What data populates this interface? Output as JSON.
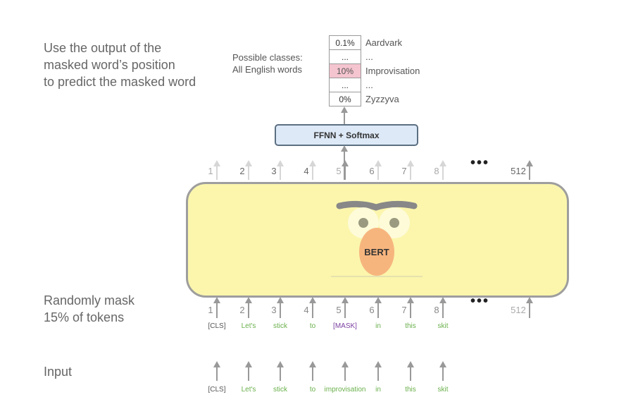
{
  "headings": {
    "top": [
      "Use the output of the",
      "masked word’s position",
      "to predict the masked word"
    ],
    "mask": [
      "Randomly mask",
      "15% of tokens"
    ],
    "input": "Input"
  },
  "classes_label": [
    "Possible classes:",
    "All English words"
  ],
  "probabilities": [
    {
      "percent": "0.1%",
      "word": "Aardvark",
      "highlight": false
    },
    {
      "percent": "...",
      "word": "...",
      "highlight": false
    },
    {
      "percent": "10%",
      "word": "Improvisation",
      "highlight": true
    },
    {
      "percent": "...",
      "word": "...",
      "highlight": false
    },
    {
      "percent": "0%",
      "word": "Zyzzyva",
      "highlight": false
    }
  ],
  "ffnn_label": "FFNN + Softmax",
  "bert_label": "BERT",
  "positions": [
    "1",
    "2",
    "3",
    "4",
    "5",
    "6",
    "7",
    "8"
  ],
  "last_position": "512",
  "ellipsis": "•••",
  "masked_tokens": [
    {
      "text": "[CLS]",
      "color": "#555555"
    },
    {
      "text": "Let's",
      "color": "#6ab04c"
    },
    {
      "text": "stick",
      "color": "#6ab04c"
    },
    {
      "text": "to",
      "color": "#6ab04c"
    },
    {
      "text": "[MASK]",
      "color": "#7b3fa0"
    },
    {
      "text": "in",
      "color": "#6ab04c"
    },
    {
      "text": "this",
      "color": "#6ab04c"
    },
    {
      "text": "skit",
      "color": "#6ab04c"
    }
  ],
  "input_tokens": [
    {
      "text": "[CLS]",
      "color": "#555555"
    },
    {
      "text": "Let's",
      "color": "#6ab04c"
    },
    {
      "text": "stick",
      "color": "#6ab04c"
    },
    {
      "text": "to",
      "color": "#6ab04c"
    },
    {
      "text": "improvisation",
      "color": "#6ab04c"
    },
    {
      "text": "in",
      "color": "#6ab04c"
    },
    {
      "text": "this",
      "color": "#6ab04c"
    },
    {
      "text": "skit",
      "color": "#6ab04c"
    }
  ],
  "colors": {
    "bert_fill": "#fbf6ac",
    "ffnn_fill": "#dde9f7",
    "highlight": "#f4c4cf",
    "token_green": "#6ab04c",
    "mask_purple": "#7b3fa0"
  }
}
